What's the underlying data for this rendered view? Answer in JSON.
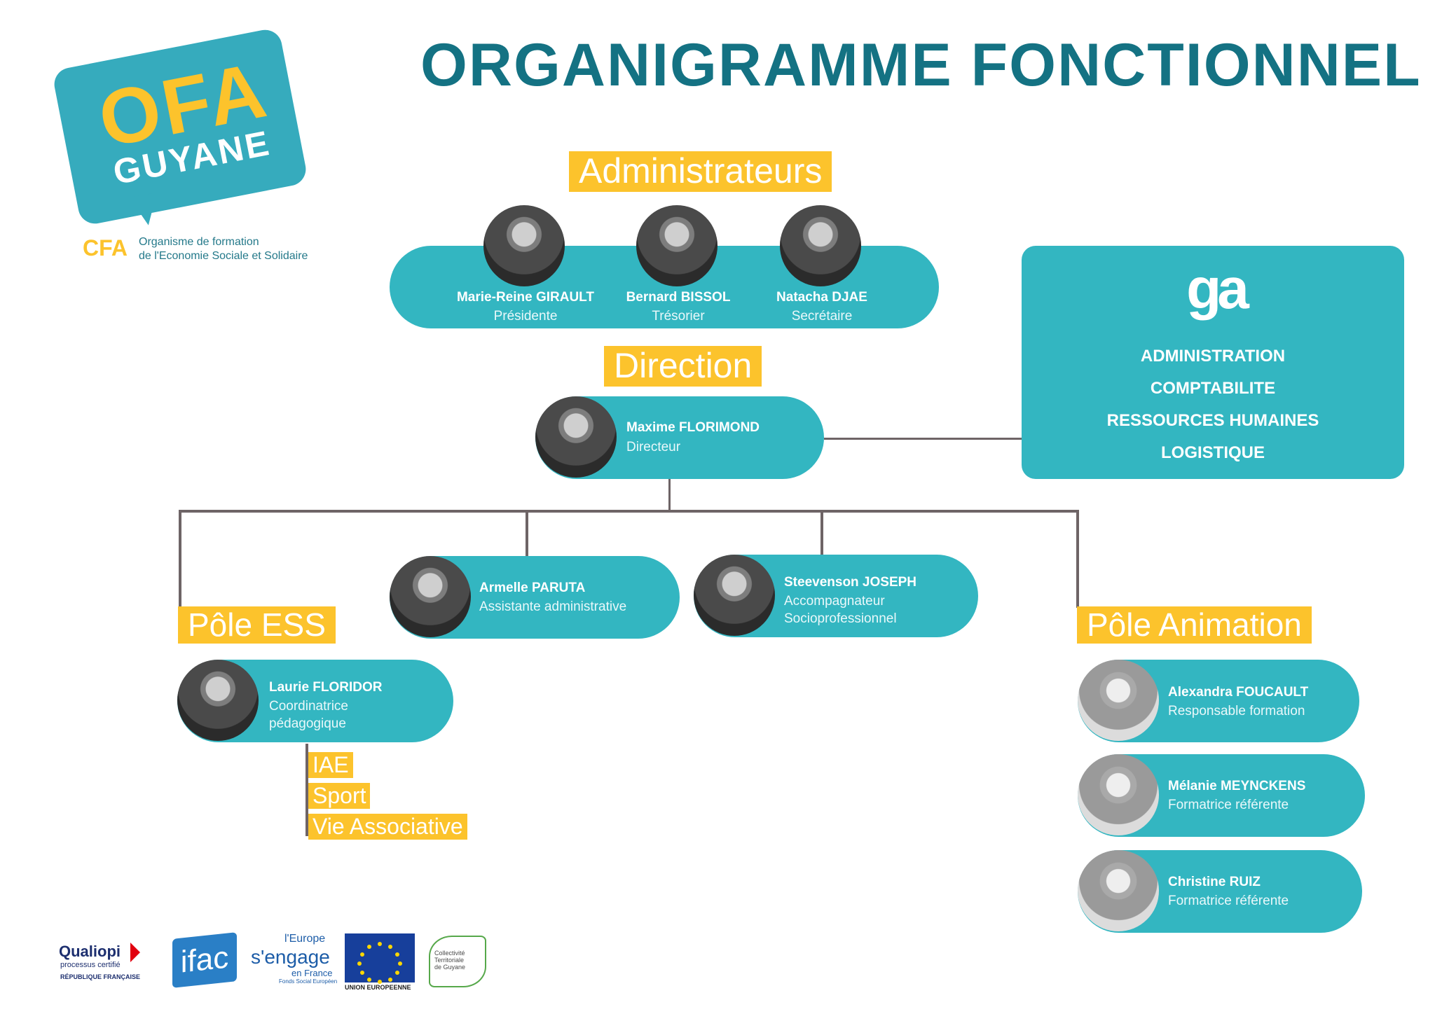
{
  "title": "ORGANIGRAMME FONCTIONNEL",
  "logo": {
    "ofa": "OFA",
    "guyane": "GUYANE",
    "cfa": "CFA",
    "subtitle_line1": "Organisme de formation",
    "subtitle_line2": "de l'Economie Sociale et Solidaire"
  },
  "sections": {
    "administrateurs": "Administrateurs",
    "direction": "Direction",
    "pole_ess": "Pôle ESS",
    "pole_animation": "Pôle Animation"
  },
  "administrateurs": [
    {
      "name": "Marie-Reine GIRAULT",
      "role": "Présidente"
    },
    {
      "name": "Bernard BISSOL",
      "role": "Trésorier"
    },
    {
      "name": "Natacha DJAE",
      "role": "Secrétaire"
    }
  ],
  "direction": {
    "name": "Maxime FLORIMOND",
    "role": "Directeur"
  },
  "staff": [
    {
      "name": "Armelle PARUTA",
      "role": "Assistante administrative"
    },
    {
      "name": "Steevenson JOSEPH",
      "role_line1": "Accompagnateur",
      "role_line2": "Socioprofessionnel"
    }
  ],
  "pole_ess": {
    "person": {
      "name": "Laurie FLORIDOR",
      "role_line1": "Coordinatrice",
      "role_line2": "pédagogique"
    },
    "activities": [
      "IAE",
      "Sport",
      "Vie Associative"
    ]
  },
  "pole_animation": [
    {
      "name": "Alexandra FOUCAULT",
      "role": "Responsable formation"
    },
    {
      "name": "Mélanie MEYNCKENS",
      "role": "Formatrice référente"
    },
    {
      "name": "Christine RUIZ",
      "role": "Formatrice référente"
    }
  ],
  "admin_box": {
    "logo_text": "ga",
    "items": [
      "ADMINISTRATION",
      "COMPTABILITE",
      "RESSOURCES HUMAINES",
      "LOGISTIQUE"
    ]
  },
  "footer_logos": {
    "qualiopi": "Qualiopi",
    "qualiopi_sub": "processus certifié",
    "republique": "RÉPUBLIQUE FRANÇAISE",
    "ifac": "ifac",
    "europe_line1": "l'Europe",
    "europe_line2": "s'engage",
    "europe_line3": "en France",
    "europe_line4": "Fonds Social Européen",
    "union": "UNION EUROPEENNE",
    "ctg_line1": "Collectivité",
    "ctg_line2": "Territoriale",
    "ctg_line3": "de Guyane"
  },
  "colors": {
    "teal": "#33b6c1",
    "dark_teal": "#147283",
    "yellow": "#fcc32c",
    "connector": "#6e6466"
  }
}
